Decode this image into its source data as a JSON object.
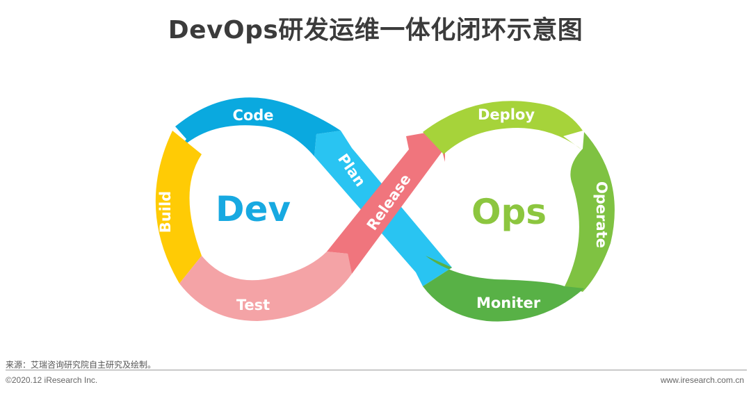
{
  "title": "DevOps研发运维一体化闭环示意图",
  "diagram": {
    "center_left": "Dev",
    "center_right": "Ops",
    "segments": {
      "code": "Code",
      "build": "Build",
      "test": "Test",
      "plan": "Plan",
      "release": "Release",
      "deploy": "Deploy",
      "operate": "Operate",
      "monitor": "Moniter"
    },
    "colors": {
      "code": "#0aa9df",
      "build": "#ffcb05",
      "test": "#f4a3a6",
      "plan": "#29c4f2",
      "release": "#f0757d",
      "deploy": "#a6d33a",
      "operate": "#7fc242",
      "monitor": "#58b146",
      "dev_text": "#17a9e1",
      "ops_text": "#8cc63f"
    }
  },
  "footer": {
    "source": "来源：艾瑞咨询研究院自主研究及绘制。",
    "copyright": "©2020.12 iResearch Inc.",
    "website": "www.iresearch.com.cn"
  }
}
